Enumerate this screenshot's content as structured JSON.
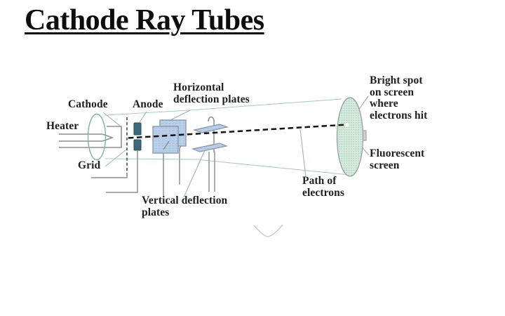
{
  "slide": {
    "title": "Cathode Ray Tubes"
  },
  "diagram": {
    "labels": {
      "heater": "Heater",
      "cathode": "Cathode",
      "anode": "Anode",
      "grid": "Grid",
      "horizontal_plates": "Horizontal\ndeflection plates",
      "vertical_plates": "Vertical deflection\nplates",
      "path_of_electrons": "Path of\nelectrons",
      "bright_spot": "Bright spot\non screen\nwhere\nelectrons hit",
      "fluorescent_screen": "Fluorescent\nscreen"
    },
    "colors": {
      "plate_fill": "#b9d0ea",
      "plate_stroke": "#8494a8",
      "plate_texture": "#9cb4d2",
      "anode_fill": "#3c687c",
      "anode_stroke": "#2a4f5e",
      "screen_fill": "#d6e9dd",
      "screen_dots": "#a2cbb9",
      "screen_stroke": "#8d9e99",
      "tube_outline": "#a9cdc3",
      "wire": "#8f8f8f",
      "beam": "#141414",
      "pointer_teal": "#9cb7b0",
      "pointer_gray": "#a9a9a9",
      "chevron": "#c9c9d3"
    }
  }
}
